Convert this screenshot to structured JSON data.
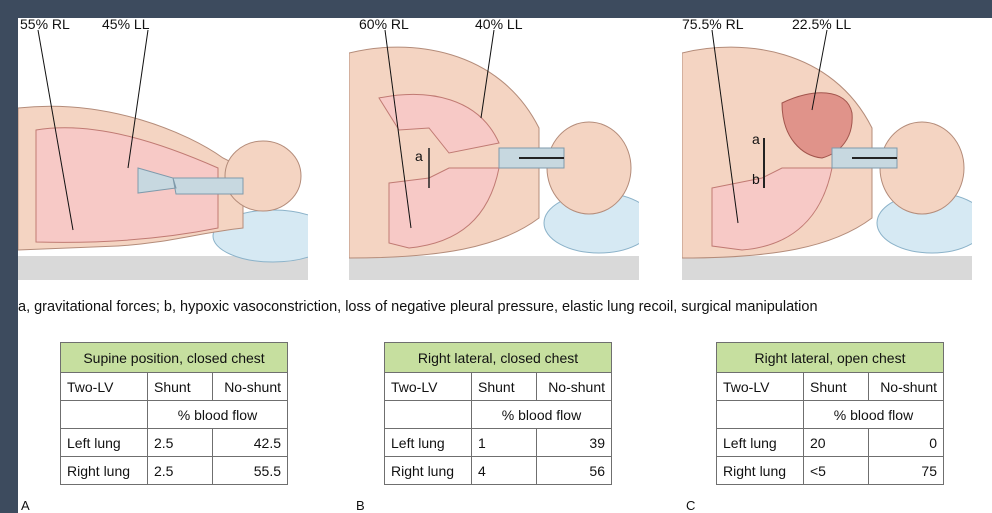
{
  "panels": [
    {
      "letter": "A",
      "rl_label": "55% RL",
      "ll_label": "45% LL",
      "arrow_labels": []
    },
    {
      "letter": "B",
      "rl_label": "60% RL",
      "ll_label": "40% LL",
      "arrow_labels": [
        "a"
      ]
    },
    {
      "letter": "C",
      "rl_label": "75.5% RL",
      "ll_label": "22.5% LL",
      "arrow_labels": [
        "a",
        "b"
      ]
    }
  ],
  "caption": "a, gravitational forces; b, hypoxic vasoconstriction, loss of negative pleural pressure, elastic lung recoil, surgical manipulation",
  "tables": [
    {
      "title": "Supine position, closed chest",
      "col_headers": [
        "Two-LV",
        "Shunt",
        "No-shunt"
      ],
      "unit_row": "% blood flow",
      "rows": [
        {
          "label": "Left lung",
          "shunt": "2.5",
          "no_shunt": "42.5"
        },
        {
          "label": "Right lung",
          "shunt": "2.5",
          "no_shunt": "55.5"
        }
      ]
    },
    {
      "title": "Right lateral, closed chest",
      "col_headers": [
        "Two-LV",
        "Shunt",
        "No-shunt"
      ],
      "unit_row": "% blood flow",
      "rows": [
        {
          "label": "Left lung",
          "shunt": "1",
          "no_shunt": "39"
        },
        {
          "label": "Right lung",
          "shunt": "4",
          "no_shunt": "56"
        }
      ]
    },
    {
      "title": "Right lateral, open chest",
      "col_headers": [
        "Two-LV",
        "Shunt",
        "No-shunt"
      ],
      "unit_row": "% blood flow",
      "rows": [
        {
          "label": "Left lung",
          "shunt": "20",
          "no_shunt": "0"
        },
        {
          "label": "Right lung",
          "shunt": "<5",
          "no_shunt": "75"
        }
      ]
    }
  ],
  "colors": {
    "skin": "#f4d4c2",
    "lung": "#f7c9c6",
    "lung_collapsed": "#e0938a",
    "airway": "#c7d8e0",
    "pillow": "#d6e9f3",
    "table_header": "#c6df9f",
    "background": "#3d4b5e"
  }
}
